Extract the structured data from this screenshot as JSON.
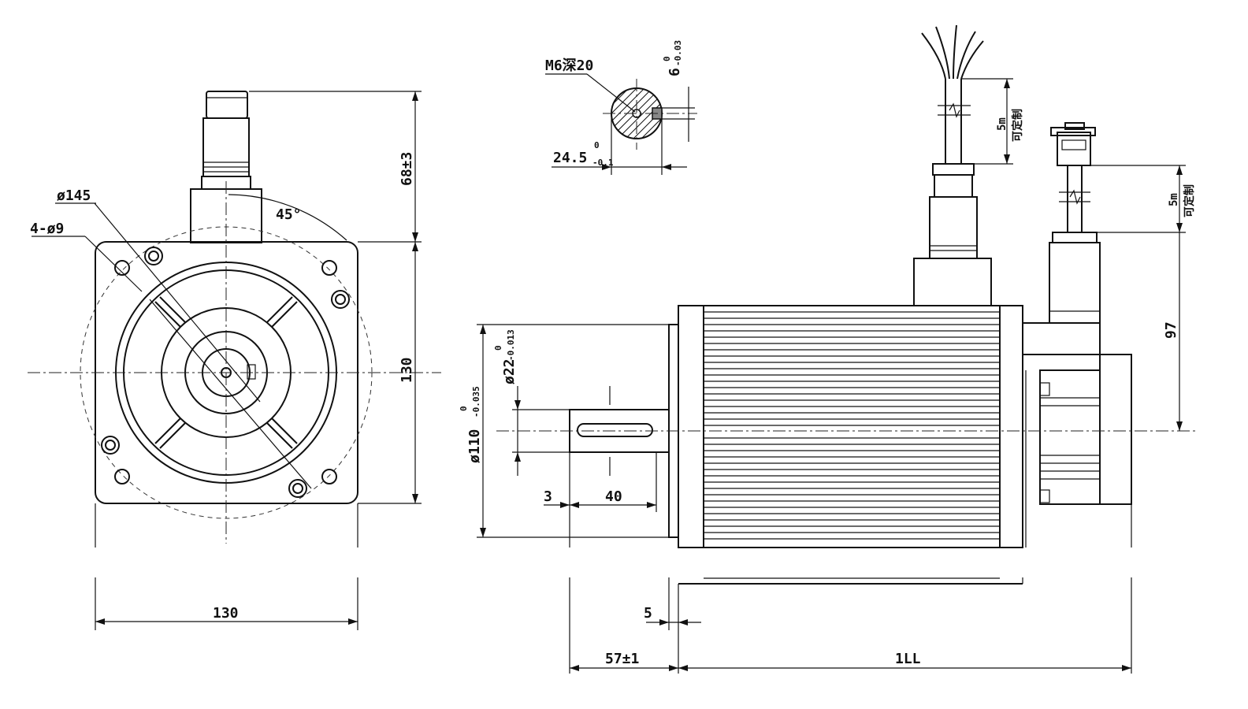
{
  "front_view": {
    "flange_dia": "ø145",
    "holes": "4-ø9",
    "angle": "45°",
    "connector_height": "68±3",
    "height": "130",
    "width": "130"
  },
  "section_view": {
    "thread": "M6深20",
    "key_width": "6",
    "key_width_tol_upper": "0",
    "key_width_tol_lower": "-0.03",
    "key_depth": "24.5",
    "key_depth_tol_upper": "0",
    "key_depth_tol_lower": "-0.1"
  },
  "side_view": {
    "pilot_dia": "ø110",
    "pilot_tol_upper": "0",
    "pilot_tol_lower": "-0.035",
    "shaft_dia": "ø22",
    "shaft_tol_upper": "0",
    "shaft_tol_lower": "-0.013",
    "key_offset": "3",
    "key_length": "40",
    "flange_thickness": "5",
    "shaft_length": "57±1",
    "body_length": "1LL",
    "encoder_height": "97",
    "cable_length_1": "5m",
    "cable_custom_1": "可定制",
    "cable_length_2": "5m",
    "cable_custom_2": "可定制"
  }
}
